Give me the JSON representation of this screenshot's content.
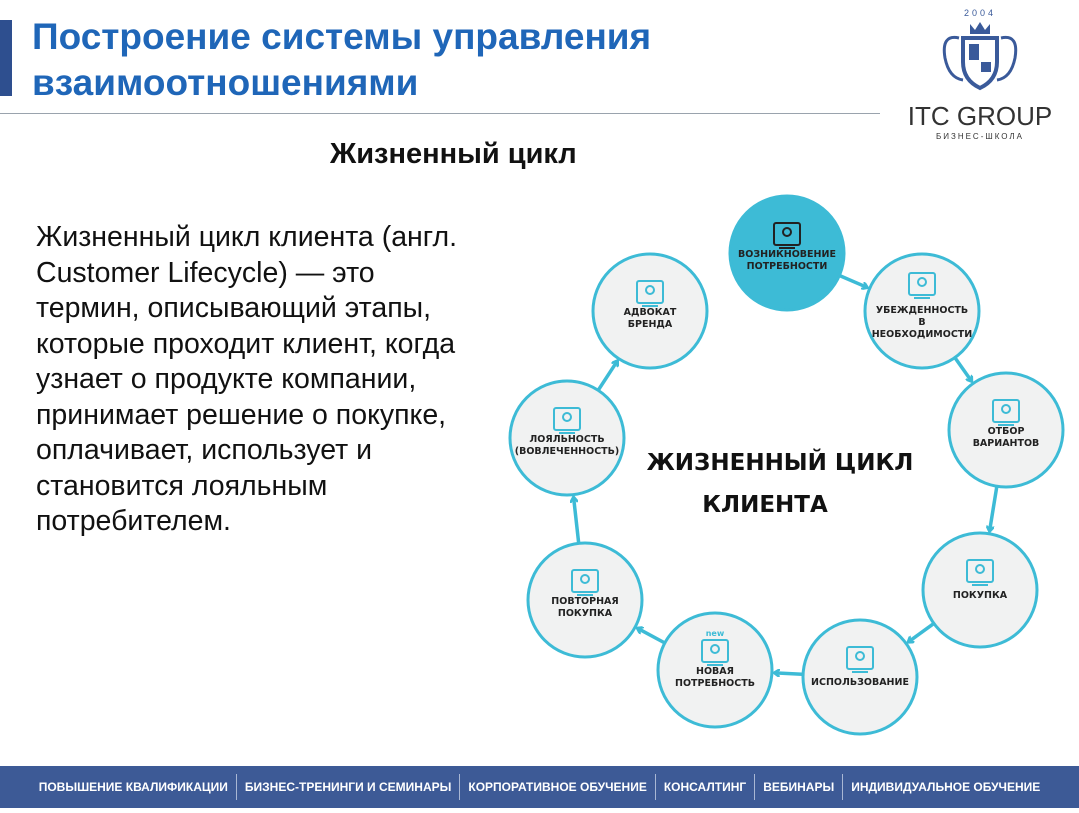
{
  "header": {
    "title_line1": "Построение системы управления",
    "title_line2": "взаимоотношениями"
  },
  "logo": {
    "year": "2004",
    "name": "ITC GROUP",
    "sub": "БИЗНЕС-ШКОЛА"
  },
  "subtitle": "Жизненный цикл",
  "body": "Жизненный цикл клиента (англ. Customer Lifecycle) — это термин, описывающий этапы, которые проходит клиент, когда узнает о продукте компании, принимает решение о покупке, оплачивает, использует и становится лояльным потребителем.",
  "diagram": {
    "center_line1": "ЖИЗНЕННЫЙ ЦИКЛ",
    "center_line2": "КЛИЕНТА",
    "accent": "#3dbbd6",
    "stages": [
      {
        "lines": [
          "ВОЗНИКНОВЕНИЕ",
          "ПОТРЕБНОСТИ"
        ],
        "icon": "idea-person-icon"
      },
      {
        "lines": [
          "УБЕЖДЕННОСТЬ",
          "В",
          "НЕОБХОДИМОСТИ"
        ],
        "icon": "product-star-icon"
      },
      {
        "lines": [
          "ОТБОР",
          "ВАРИАНТОВ"
        ],
        "icon": "compare-products-icon"
      },
      {
        "lines": [
          "ПОКУПКА"
        ],
        "icon": "payment-icon"
      },
      {
        "lines": [
          "ИСПОЛЬЗОВАНИЕ"
        ],
        "icon": "person-usage-icon"
      },
      {
        "lines": [
          "НОВАЯ",
          "ПОТРЕБНОСТЬ"
        ],
        "icon": "new-idea-icon",
        "badge": "new"
      },
      {
        "lines": [
          "ПОВТОРНАЯ",
          "ПОКУПКА"
        ],
        "icon": "repeat-purchase-icon"
      },
      {
        "lines": [
          "ЛОЯЛЬНОСТЬ",
          "(ВОВЛЕЧЕННОСТЬ)"
        ],
        "icon": "rating-icon"
      },
      {
        "lines": [
          "АДВОКАТ",
          "БРЕНДА"
        ],
        "icon": "thumbs-up-icon"
      }
    ]
  },
  "footer": [
    "ПОВЫШЕНИЕ КВАЛИФИКАЦИИ",
    "БИЗНЕС-ТРЕНИНГИ И СЕМИНАРЫ",
    "КОРПОРАТИВНОЕ ОБУЧЕНИЕ",
    "КОНСАЛТИНГ",
    "ВЕБИНАРЫ",
    "ИНДИВИДУАЛЬНОЕ ОБУЧЕНИЕ"
  ]
}
